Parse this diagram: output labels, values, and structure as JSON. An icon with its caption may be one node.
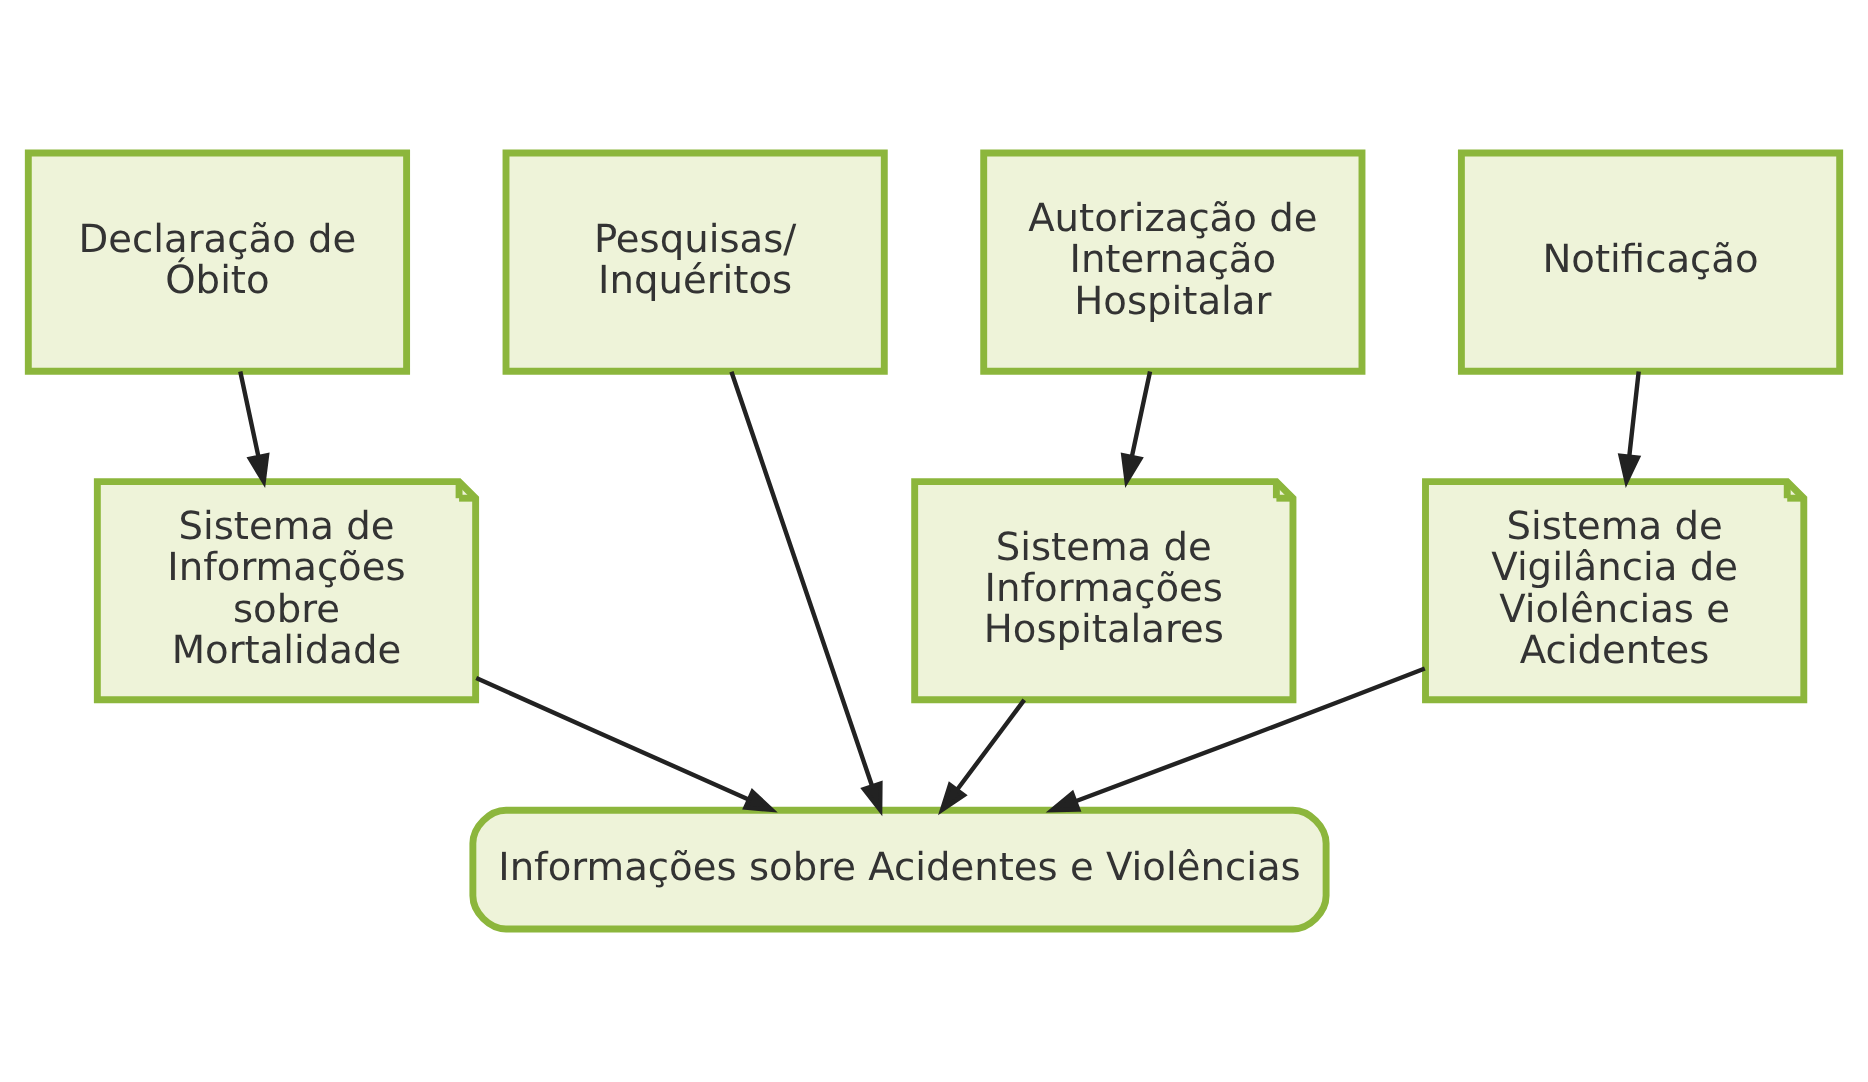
{
  "diagram": {
    "nodes": [
      {
        "text": [
          "Declaração de Óbito"
        ]
      },
      {
        "text": [
          "Autorização de Internação Hospitalar"
        ]
      },
      {
        "text": [
          "Notificação"
        ]
      },
      {
        "text": [
          "Pesquisas/ Inquéritos"
        ]
      },
      {
        "text": [
          "Sistema de Informações sobre Mortalidade"
        ]
      },
      {
        "text": [
          "Sistema de Informações Hospitalares"
        ]
      },
      {
        "text": [
          "Sistema de Vigilância de Violências e Acidentes"
        ]
      },
      {
        "text": [
          "Informações sobre Acidentes e Violências"
        ]
      }
    ],
    "edges": [
      {
        "from": 0,
        "to": 4,
        "arrow": "to"
      },
      {
        "from": 1,
        "to": 5,
        "arrow": "to"
      },
      {
        "from": 2,
        "to": 6,
        "arrow": "to"
      },
      {
        "from": 4,
        "to": 7,
        "arrow": "to"
      },
      {
        "from": 5,
        "to": 7,
        "arrow": "to"
      },
      {
        "from": 6,
        "to": 7,
        "arrow": "to"
      },
      {
        "from": 3,
        "to": 7,
        "arrow": "to"
      }
    ]
  }
}
